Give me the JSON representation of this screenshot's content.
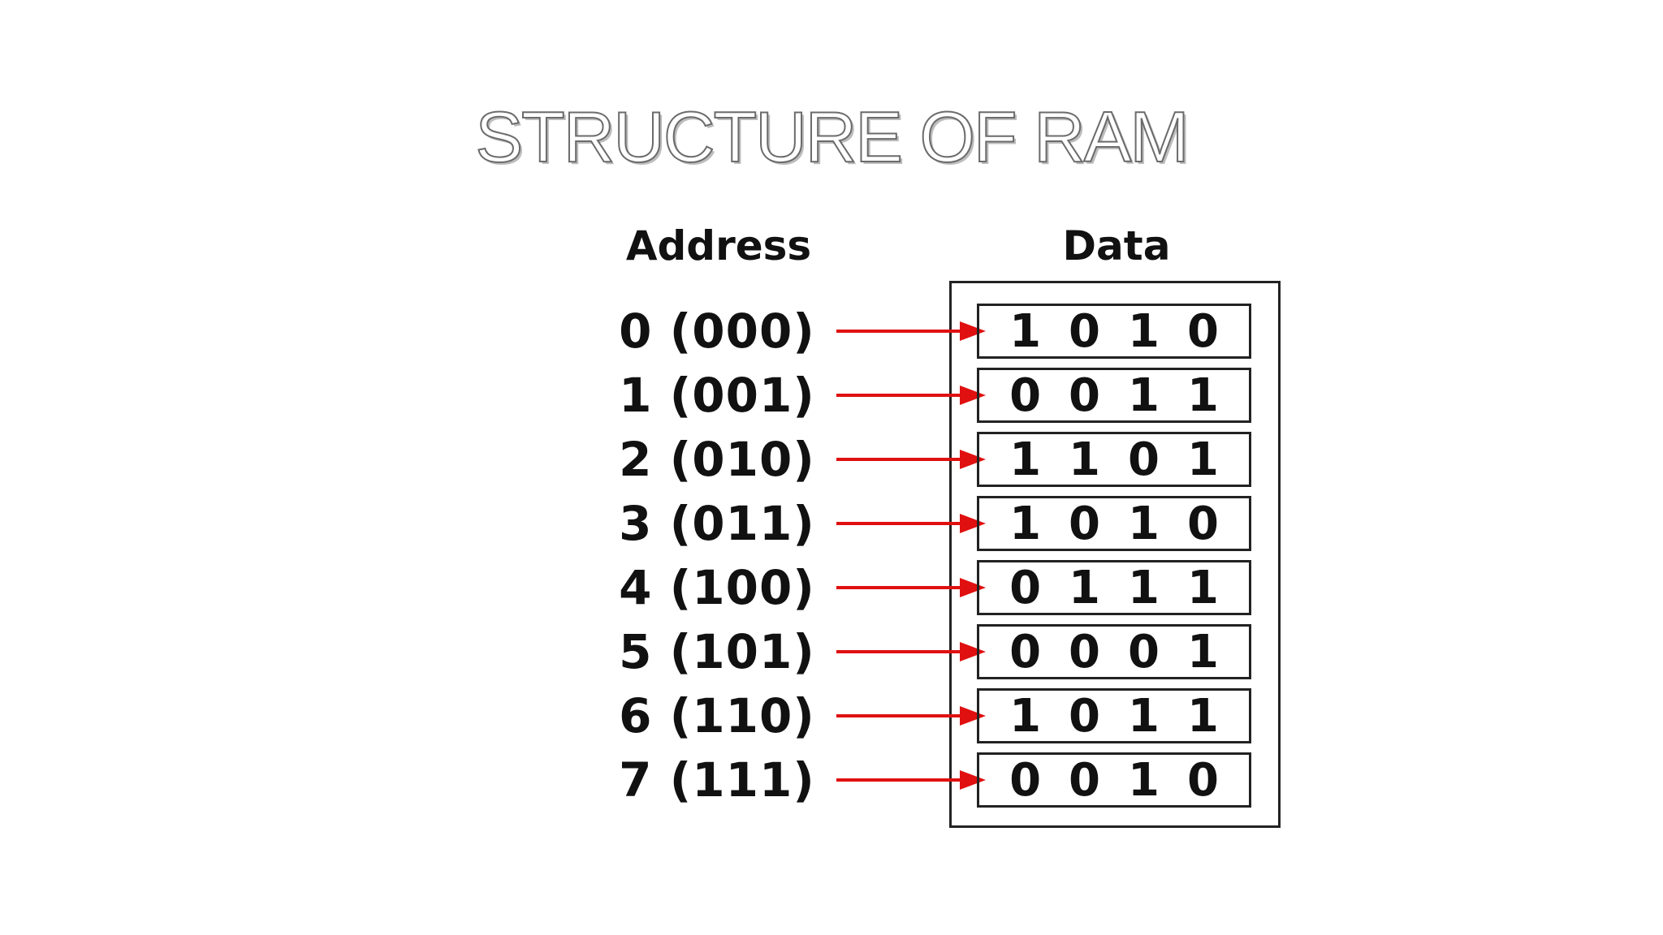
{
  "title": "STRUCTURE OF RAM",
  "headers": {
    "address": "Address",
    "data": "Data"
  },
  "rows": [
    {
      "address": "0 (000)",
      "data": "1010"
    },
    {
      "address": "1 (001)",
      "data": "0011"
    },
    {
      "address": "2 (010)",
      "data": "1101"
    },
    {
      "address": "3 (011)",
      "data": "1010"
    },
    {
      "address": "4 (100)",
      "data": "0111"
    },
    {
      "address": "5 (101)",
      "data": "0001"
    },
    {
      "address": "6 (110)",
      "data": "1011"
    },
    {
      "address": "7 (111)",
      "data": "0010"
    }
  ],
  "colors": {
    "arrow": "#e01010",
    "text": "#111111",
    "title_outline": "#6b6b6b"
  },
  "icons": {
    "pointer": "arrow-right-icon"
  }
}
